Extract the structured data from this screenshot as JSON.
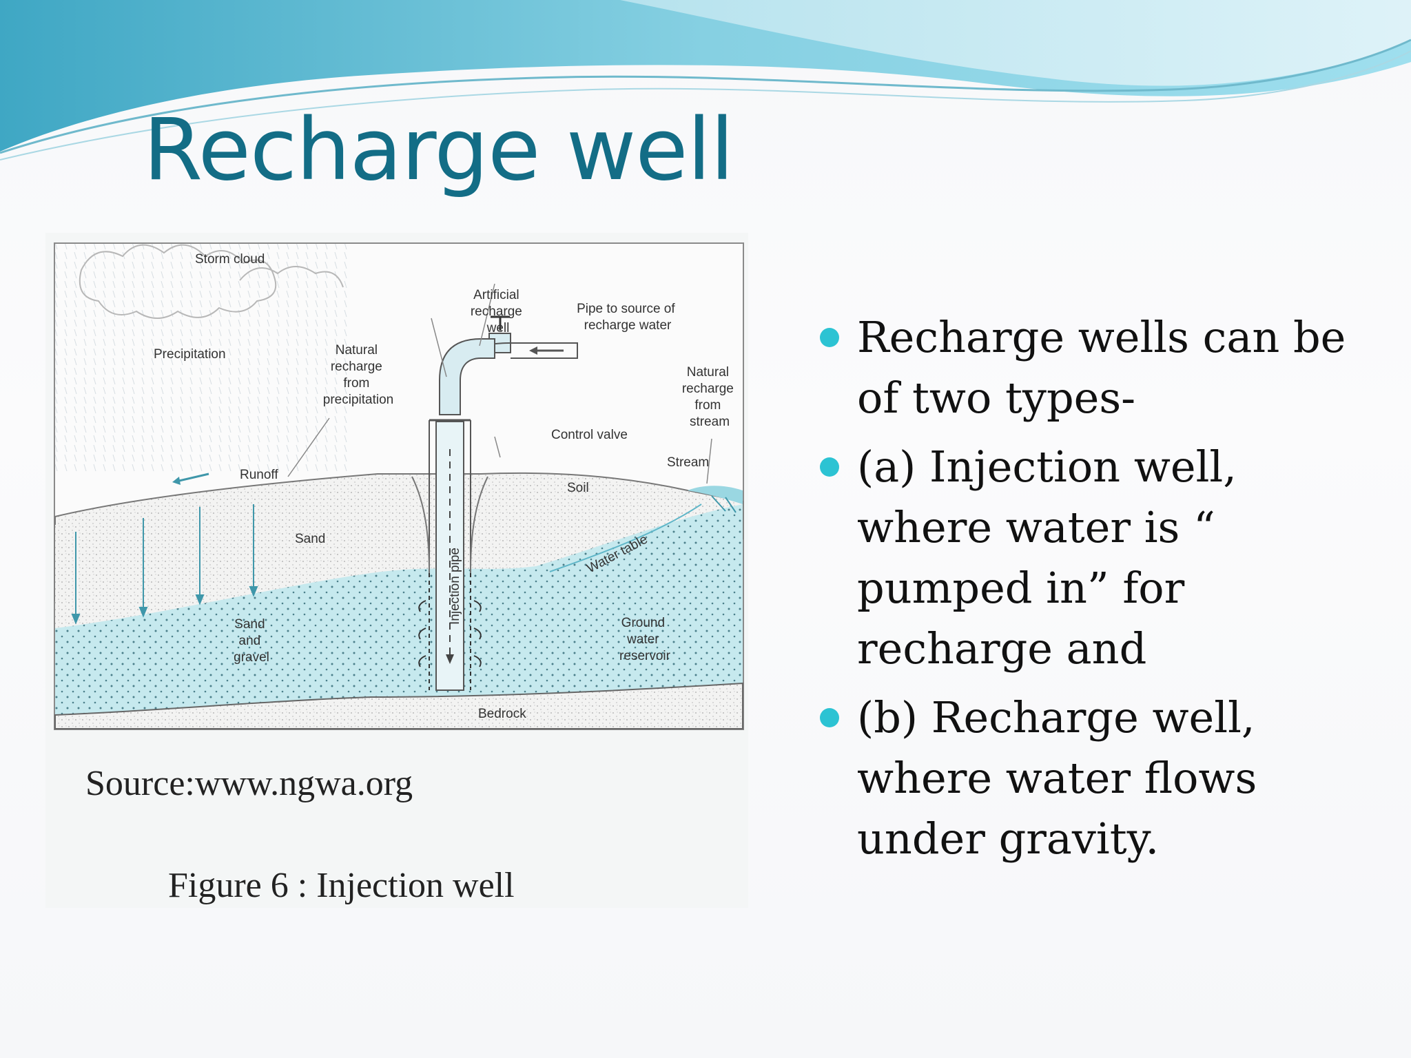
{
  "slide": {
    "title": "Recharge well",
    "colors": {
      "title": "#136d86",
      "bullet": "#2cc3d3",
      "wave": "#5bc0d6",
      "groundwater": "#c6e9ee"
    }
  },
  "figure": {
    "source": "Source:www.ngwa.org",
    "caption": "Figure 6 : Injection well",
    "labels": {
      "storm_cloud": "Storm cloud",
      "precipitation": "Precipitation",
      "natural_recharge_precip": [
        "Natural",
        "recharge",
        "from",
        "precipitation"
      ],
      "artificial_well": [
        "Artificial",
        "recharge",
        "well"
      ],
      "pipe_source": [
        "Pipe to source of",
        "recharge water"
      ],
      "natural_recharge_stream": [
        "Natural",
        "recharge",
        "from",
        "stream"
      ],
      "control_valve": "Control valve",
      "runoff": "Runoff",
      "stream": "Stream",
      "soil": "Soil",
      "sand": "Sand",
      "injection_pipe": "Injection pipe",
      "water_table": "Water table",
      "sand_gravel": [
        "Sand",
        "and",
        "gravel"
      ],
      "ground_water": [
        "Ground",
        "water",
        "reservoir"
      ],
      "bedrock": "Bedrock"
    }
  },
  "bullets": [
    {
      "text": "Recharge wells can be  of two types-"
    },
    {
      "text": "(a) Injection well, where water  is “ pumped in” for recharge and"
    },
    {
      "text": "(b) Recharge well, where water flows under gravity."
    }
  ]
}
